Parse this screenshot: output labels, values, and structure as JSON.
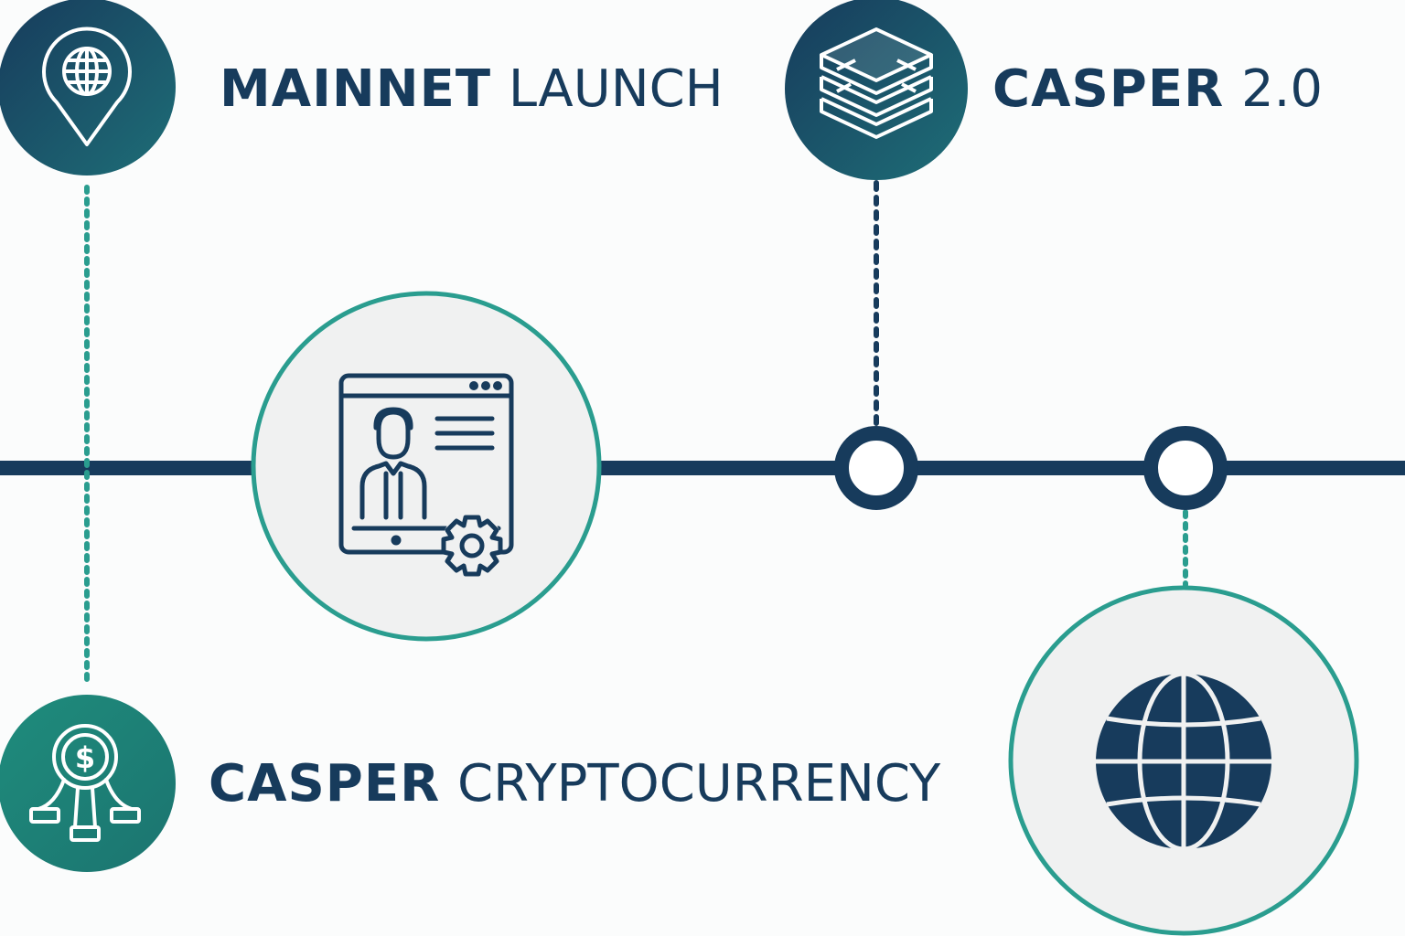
{
  "colors": {
    "navy": "#173b5c",
    "teal": "#1f8c7c",
    "teal_dark": "#1e6e77",
    "circle_fill": "#f0f1f1",
    "background": "#fbfcfc"
  },
  "milestones": [
    {
      "bold": "MAINNET",
      "light": "LAUNCH",
      "icon": "globe-location-pin-icon"
    },
    {
      "bold": "CASPER",
      "light": "2.0",
      "icon": "stacked-layers-icon"
    },
    {
      "bold": "CASPER",
      "light": "CRYPTOCURRENCY",
      "icon": "dollar-coin-network-icon"
    }
  ],
  "hubs": [
    {
      "icon": "profile-screen-gear-icon"
    },
    {
      "icon": "globe-icon"
    }
  ]
}
